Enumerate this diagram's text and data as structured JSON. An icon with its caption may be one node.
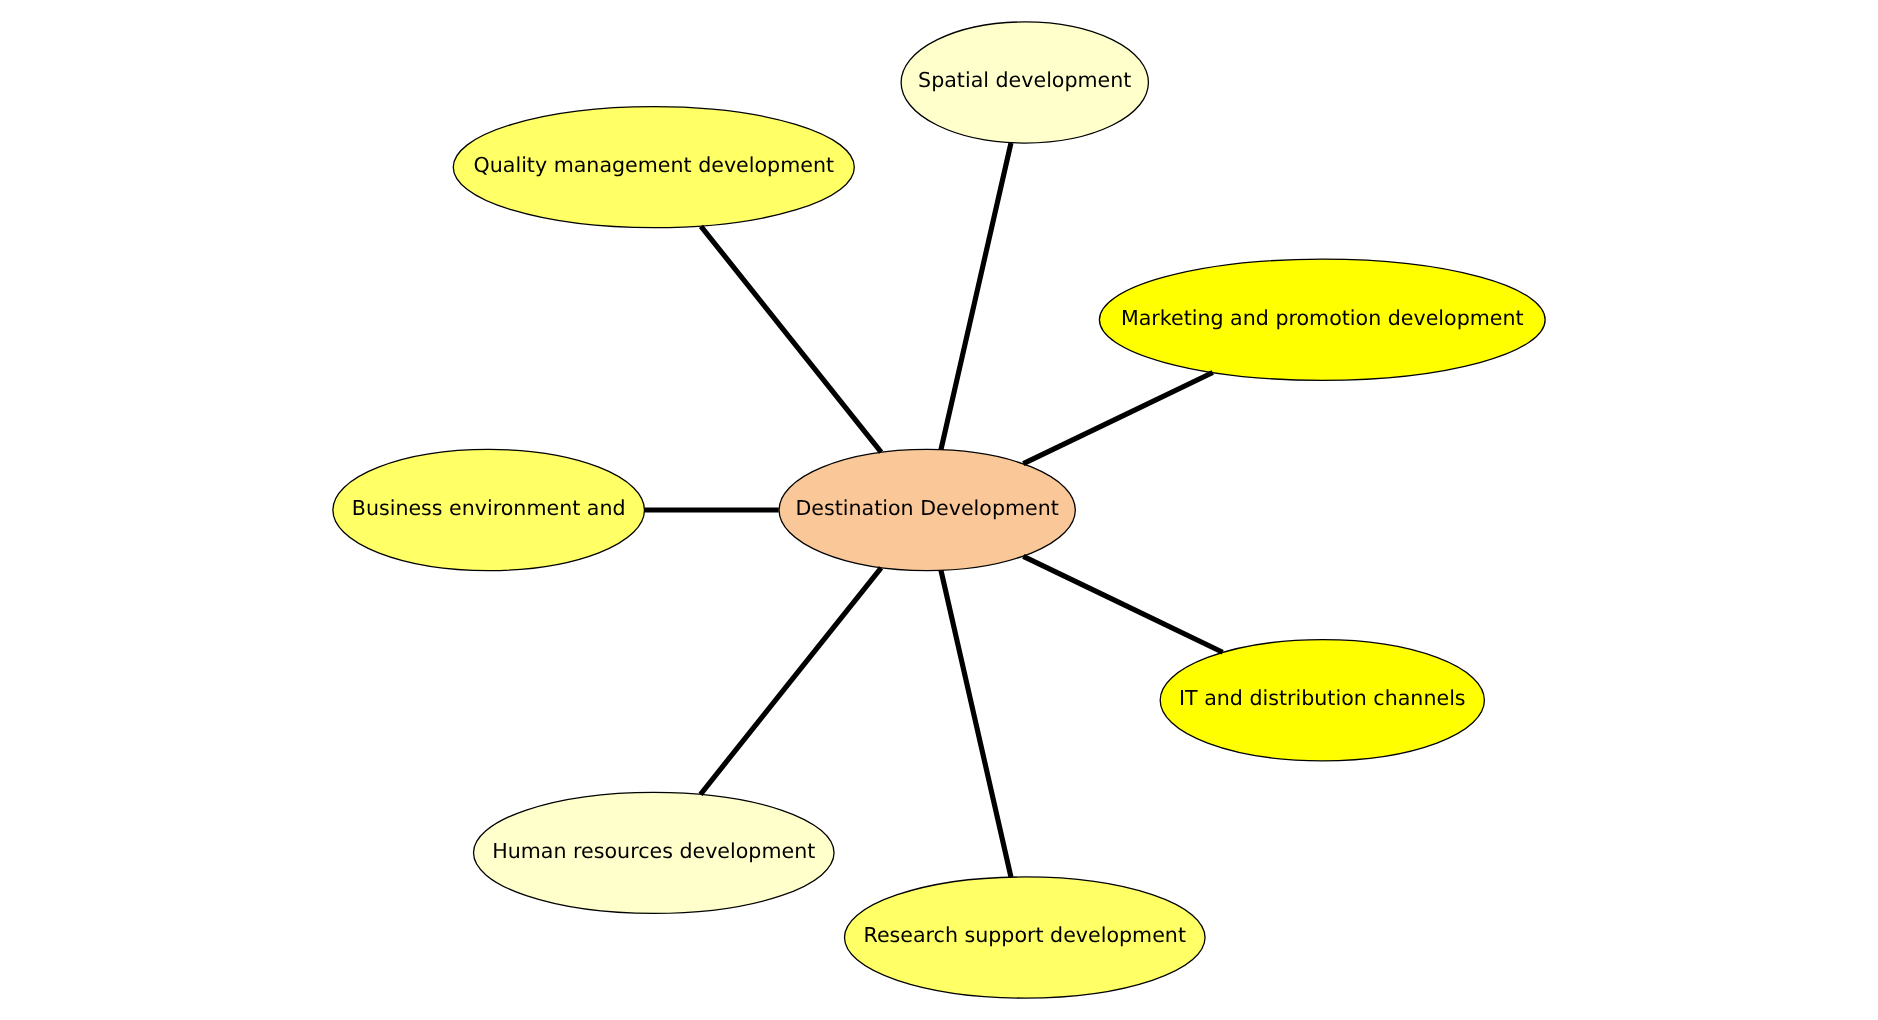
{
  "diagram": {
    "nodes": [
      {
        "text": [
          "Destination Development"
        ]
      },
      {
        "text": [
          "Marketing and promotion development"
        ]
      },
      {
        "text": [
          "Spatial development"
        ]
      },
      {
        "text": [
          "Quality management development"
        ]
      },
      {
        "text": [
          "Business environment and"
        ]
      },
      {
        "text": [
          "Human resources development"
        ]
      },
      {
        "text": [
          "Research support development"
        ]
      },
      {
        "text": [
          "IT and distribution channels"
        ]
      }
    ],
    "edges": [
      {
        "from": 0,
        "to": 1,
        "arrow": "none"
      },
      {
        "from": 0,
        "to": 2,
        "arrow": "none"
      },
      {
        "from": 0,
        "to": 3,
        "arrow": "none"
      },
      {
        "from": 0,
        "to": 4,
        "arrow": "none"
      },
      {
        "from": 0,
        "to": 5,
        "arrow": "none"
      },
      {
        "from": 0,
        "to": 6,
        "arrow": "none"
      },
      {
        "from": 0,
        "to": 7,
        "arrow": "none"
      }
    ]
  }
}
